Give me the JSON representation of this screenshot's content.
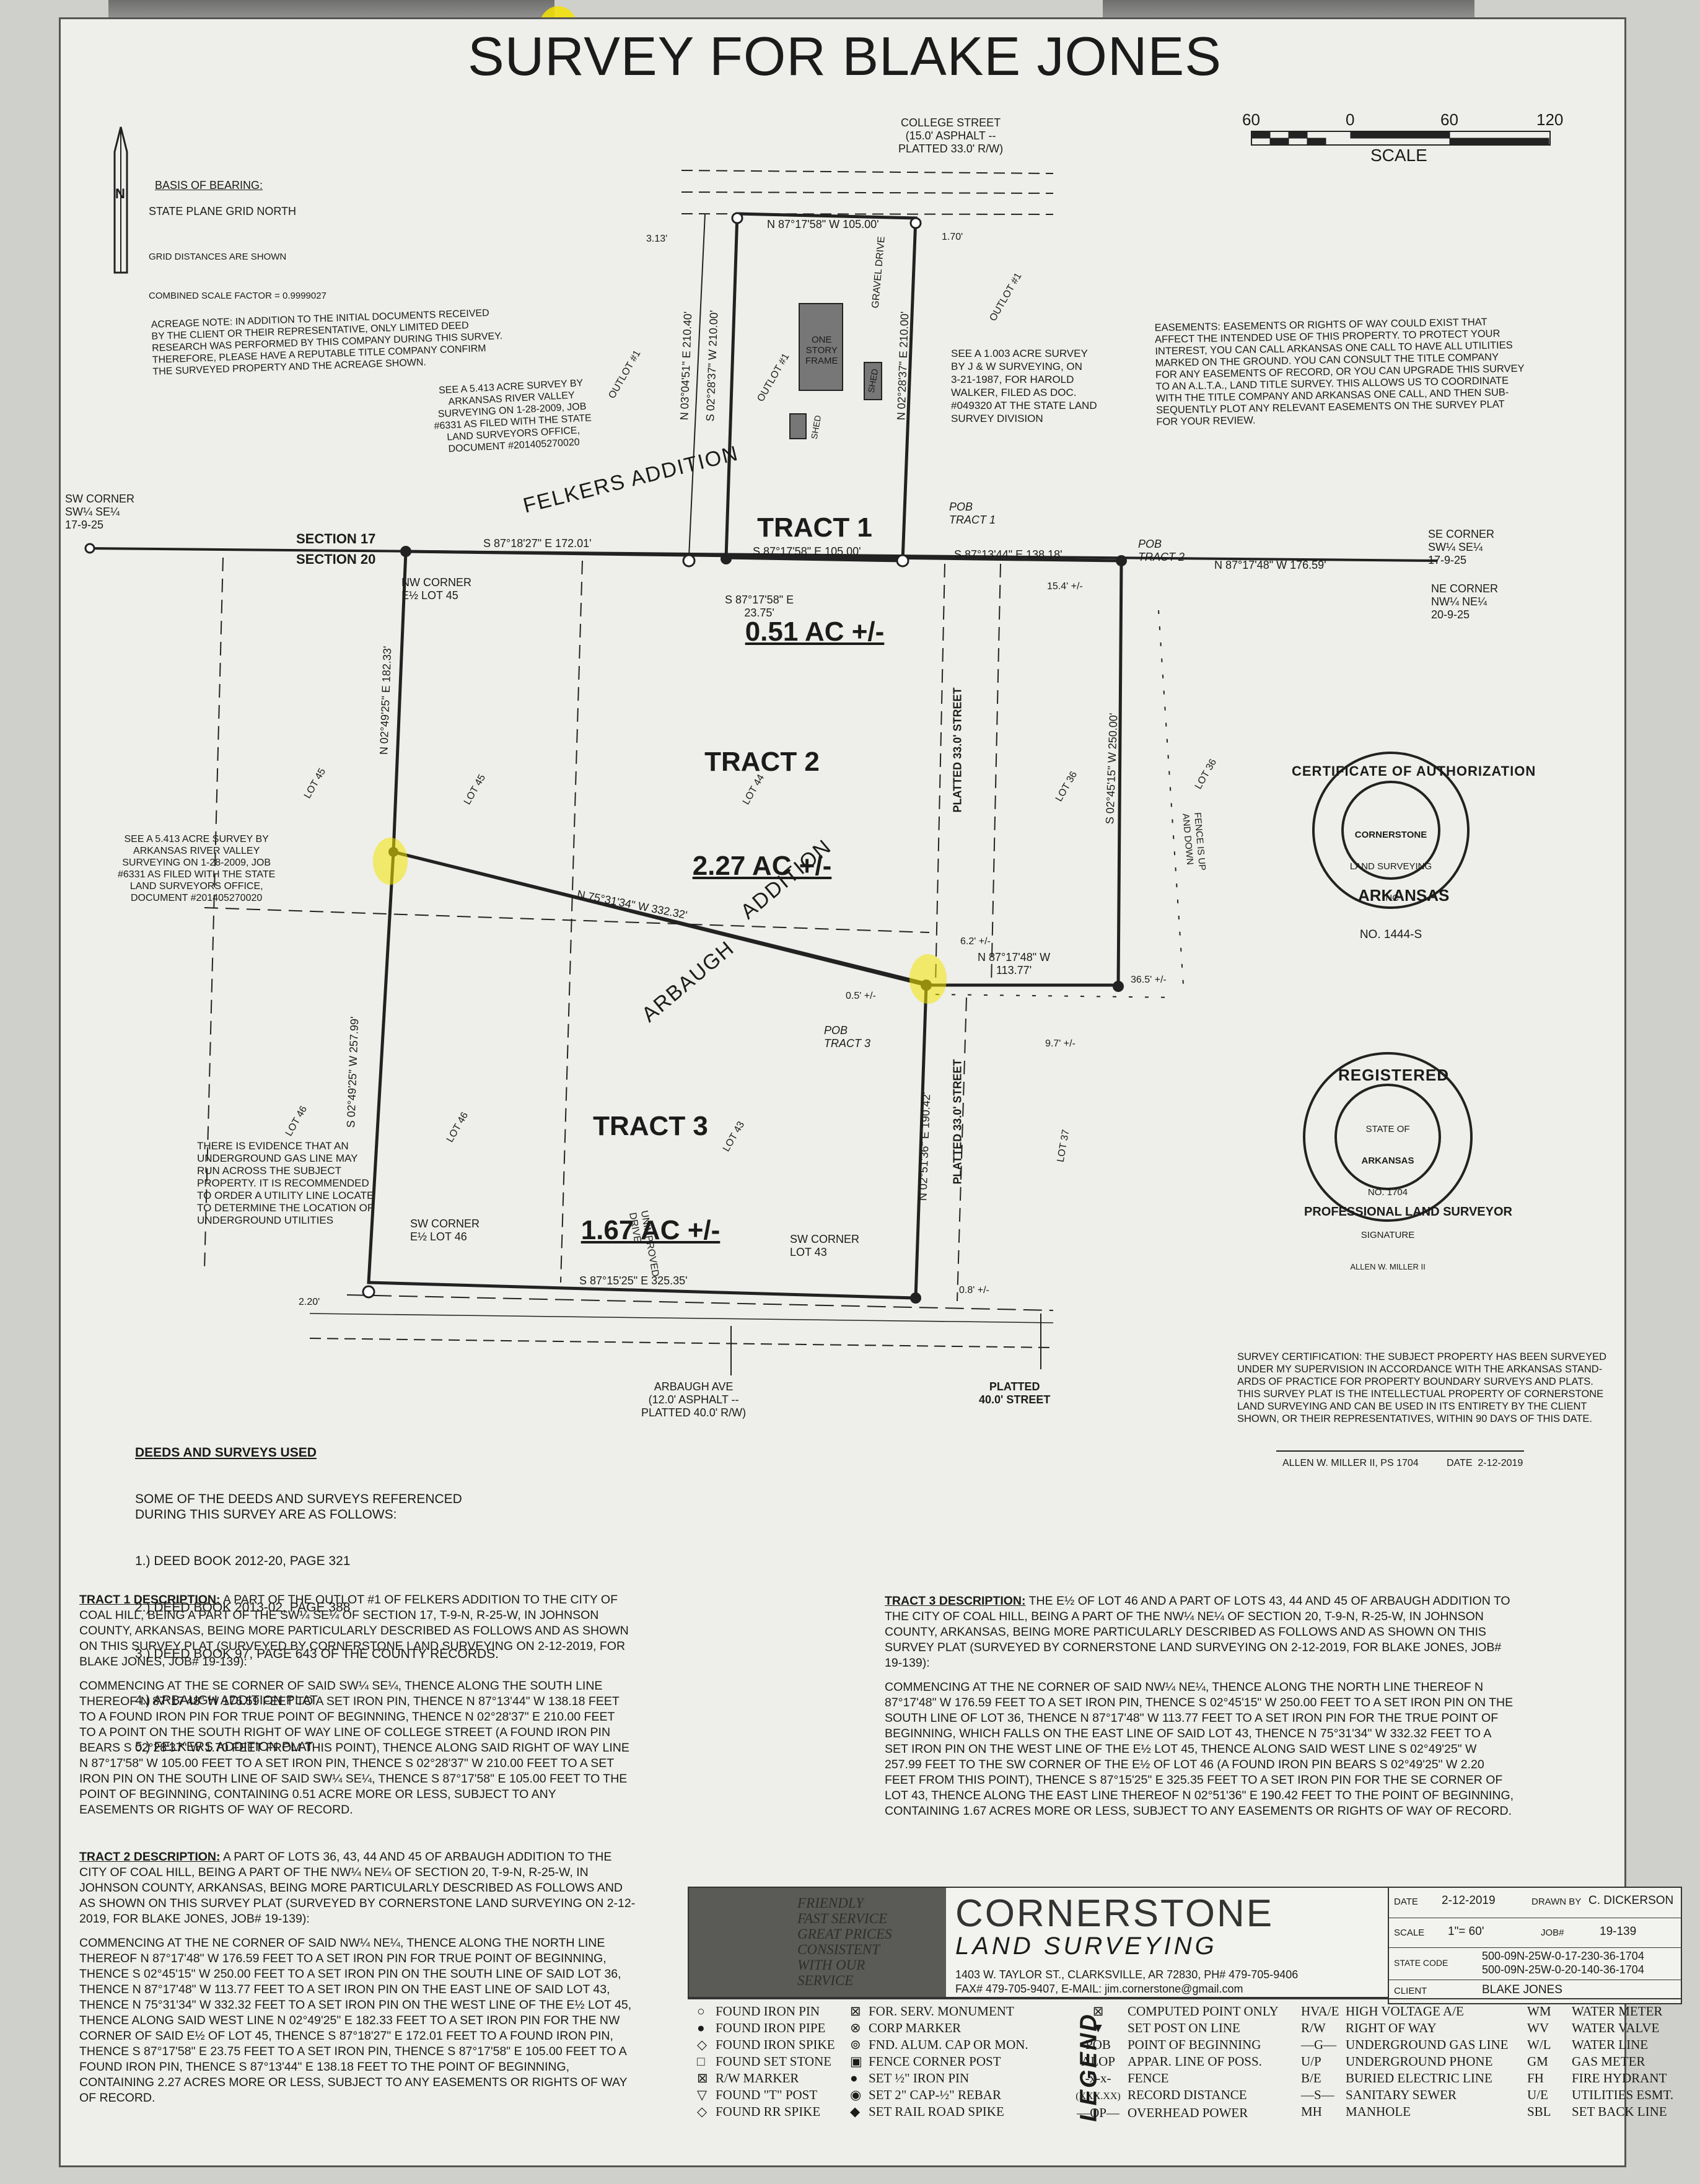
{
  "title": "SURVEY FOR BLAKE JONES",
  "scale_bar": {
    "ticks": [
      "60",
      "0",
      "60",
      "120"
    ],
    "label": "SCALE"
  },
  "basis_of_bearing": {
    "title": "BASIS OF BEARING:",
    "line1": "STATE PLANE GRID NORTH",
    "line2": "GRID DISTANCES ARE SHOWN",
    "line3": "COMBINED SCALE FACTOR = 0.9999027",
    "north_letter": "N"
  },
  "acreage_note": "ACREAGE NOTE: IN ADDITION TO THE INITIAL DOCUMENTS RECEIVED\nBY THE CLIENT OR THEIR REPRESENTATIVE, ONLY LIMITED DEED\nRESEARCH WAS PERFORMED BY THIS COMPANY DURING THIS SURVEY.\nTHEREFORE, PLEASE HAVE A REPUTABLE TITLE COMPANY CONFIRM\nTHE SURVEYED PROPERTY AND THE ACREAGE SHOWN.",
  "easements_note": "EASEMENTS: EASEMENTS OR RIGHTS OF WAY COULD EXIST THAT\nAFFECT THE INTENDED USE OF THIS PROPERTY. TO PROTECT YOUR\nINTEREST, YOU CAN CALL ARKANSAS ONE CALL TO HAVE ALL UTILITIES\nMARKED ON THE GROUND. YOU CAN CONSULT THE TITLE COMPANY\nFOR ANY EASEMENTS OF RECORD, OR YOU CAN UPGRADE THIS SURVEY\nTO AN A.L.T.A., LAND TITLE SURVEY. THIS ALLOWS US TO COORDINATE\nWITH THE TITLE COMPANY AND ARKANSAS ONE CALL, AND THEN SUB-\nSEQUENTLY PLOT ANY RELEVANT EASEMENTS ON THE SURVEY PLAT\nFOR YOUR REVIEW.",
  "survey_ref_1": "SEE A 5.413 ACRE SURVEY BY\nARKANSAS RIVER VALLEY\nSURVEYING ON 1-28-2009, JOB\n#6331 AS FILED WITH THE STATE\nLAND SURVEYORS OFFICE,\nDOCUMENT #201405270020",
  "survey_ref_2": "SEE A 5.413 ACRE SURVEY BY\nARKANSAS RIVER VALLEY\nSURVEYING ON 1-28-2009, JOB\n#6331 AS FILED WITH THE STATE\nLAND SURVEYORS OFFICE,\nDOCUMENT #201405270020",
  "survey_ref_3": "SEE A 1.003 ACRE SURVEY\nBY J & W SURVEYING, ON\n3-21-1987, FOR HAROLD\nWALKER, FILED AS DOC.\n#049320 AT THE STATE LAND\nSURVEY DIVISION",
  "gas_note": "THERE IS EVIDENCE THAT AN\nUNDERGROUND GAS LINE MAY\nRUN ACROSS THE SUBJECT\nPROPERTY. IT IS RECOMMENDED\nTO ORDER A UTILITY LINE LOCATE\nTO DETERMINE THE LOCATION OF\nUNDERGROUND UTILITIES",
  "streets": {
    "college": "COLLEGE STREET\n(15.0' ASPHALT --\nPLATTED 33.0' R/W)",
    "arbaugh": "ARBAUGH AVE\n(12.0' ASPHALT --\nPLATTED 40.0' R/W)",
    "platted_40": "PLATTED\n40.0' STREET",
    "platted_33a": "PLATTED 33.0' STREET",
    "platted_33b": "PLATTED 33.0' STREET",
    "felkers": "FELKERS ADDITION",
    "arbaugh_add_1": "ARBAUGH",
    "arbaugh_add_2": "ADDITION",
    "gravel_drive": "GRAVEL DRIVE",
    "unimproved_drive": "UNIMPROVED\nDRIVE"
  },
  "corners": {
    "sw": "SW CORNER\nSW¼ SE¼\n17-9-25",
    "se": "SE CORNER\nSW¼ SE¼\n17-9-25",
    "ne": "NE CORNER\nNW¼ NE¼\n20-9-25",
    "sec17": "SECTION 17",
    "sec20": "SECTION 20",
    "nw_lot45": "NW CORNER\nE½ LOT 45",
    "sw_lot46": "SW CORNER\nE½ LOT 46",
    "sw_lot43": "SW CORNER\nLOT 43",
    "pob1": "POB\nTRACT 1",
    "pob2": "POB\nTRACT 2",
    "pob3": "POB\nTRACT 3"
  },
  "tracts": [
    {
      "name": "TRACT 1",
      "area": "0.51 AC +/-"
    },
    {
      "name": "TRACT 2",
      "area": "2.27 AC +/-"
    },
    {
      "name": "TRACT 3",
      "area": "1.67 AC +/-"
    }
  ],
  "bearings": {
    "t1_north": "N 87°17'58\" W 105.00'",
    "t1_south": "S 87°17'58\" E 105.00'",
    "t1_west": "S 02°28'37\" W 210.00'",
    "t1_east": "N 02°28'37\" E 210.00'",
    "felkers_west": "N 03°04'51\" E 210.40'",
    "sec_line_a": "S 87°18'27\" E 172.01'",
    "sec_line_b": "S 87°13'44\" E 138.18'",
    "sec_line_c": "N 87°17'48\" W 176.59'",
    "short": "S 87°17'58\" E\n23.75'",
    "t2_west": "N 02°49'25\" E 182.33'",
    "t2_east": "S 02°45'15\" W 250.00'",
    "diag": "N 75°31'34\" W 332.32'",
    "t2_south": "N 87°17'48\" W\n113.77'",
    "t3_west": "S 02°49'25\" W 257.99'",
    "t3_south": "S 87°15'25\" E 325.35'",
    "t3_east": "N 02°51'36\" E 190.42'"
  },
  "offsets": {
    "a": "3.13'",
    "b": "1.70'",
    "c": "15.4' +/-",
    "d": "6.2' +/-",
    "e": "0.5' +/-",
    "f": "36.5' +/-",
    "g": "9.7' +/-",
    "h": "2.20'",
    "i": "0.8' +/-"
  },
  "lots": [
    "OUTLOT #1",
    "OUTLOT #1",
    "OUTLOT #1",
    "LOT 45",
    "LOT 45",
    "LOT 44",
    "LOT 36",
    "LOT 36",
    "LOT 46",
    "LOT 46",
    "LOT 43",
    "LOT 37"
  ],
  "buildings": {
    "house": "ONE\nSTORY\nFRAME",
    "shed1": "SHED",
    "shed2": "SHED"
  },
  "fence_note": "FENCE IS UP\nAND DOWN",
  "seal_auth": {
    "ring_top": "CERTIFICATE OF AUTHORIZATION",
    "ring_bottom": "ARKANSAS",
    "inner1": "CORNERSTONE",
    "inner2": "LAND SURVEYING",
    "inner3": "INC",
    "number": "NO. 1444-S"
  },
  "seal_reg": {
    "ring_top": "REGISTERED",
    "ring_bottom": "PROFESSIONAL LAND SURVEYOR",
    "inner1": "STATE OF",
    "inner2": "ARKANSAS",
    "inner3": "NO. 1704",
    "sig": "SIGNATURE",
    "name": "ALLEN W. MILLER II"
  },
  "certification": "SURVEY CERTIFICATION: THE SUBJECT PROPERTY HAS BEEN SURVEYED\nUNDER MY SUPERVISION IN ACCORDANCE WITH THE ARKANSAS STAND-\nARDS OF PRACTICE FOR PROPERTY BOUNDARY SURVEYS AND PLATS.\nTHIS SURVEY PLAT IS THE INTELLECTUAL PROPERTY OF CORNERSTONE\nLAND SURVEYING AND CAN BE USED IN ITS ENTIRETY BY THE CLIENT\nSHOWN, OR THEIR REPRESENTATIVES, WITHIN 90 DAYS OF THIS DATE.",
  "signature_line": "ALLEN W. MILLER II, PS 1704",
  "signature_date": "DATE  2-12-2019",
  "deeds": {
    "title": "DEEDS AND SURVEYS USED",
    "intro": "SOME OF THE DEEDS AND SURVEYS REFERENCED\nDURING THIS SURVEY ARE AS FOLLOWS:",
    "items": [
      "1.) DEED BOOK 2012-20, PAGE 321",
      "2.) DEED BOOK 2013-02, PAGE 388",
      "3.) DEED BOOK 97, PAGE 643 OF THE COUNTY RECORDS.",
      "4.) ARBAUGH ADDITION PLAT",
      "5.) FELKERS ADDITION PLAT"
    ]
  },
  "descriptions": {
    "t1_head": "TRACT 1 DESCRIPTION:",
    "t1_p1": "A PART OF THE OUTLOT #1 OF FELKERS ADDITION TO THE CITY OF COAL HILL, BEING A PART OF THE SW¼ SE¼ OF SECTION 17, T-9-N, R-25-W, IN JOHNSON COUNTY, ARKANSAS, BEING MORE PARTICULARLY DESCRIBED AS FOLLOWS AND AS SHOWN ON THIS SURVEY PLAT (SURVEYED BY CORNERSTONE LAND SURVEYING ON 2-12-2019, FOR BLAKE JONES, JOB# 19-139):",
    "t1_p2": "COMMENCING AT THE SE CORNER OF SAID SW¼ SE¼, THENCE ALONG THE SOUTH LINE THEREOF N 87°17'48\" W 176.59 FEET TO A SET IRON PIN, THENCE N 87°13'44\" W 138.18 FEET TO A FOUND IRON PIN FOR TRUE POINT OF BEGINNING, THENCE N 02°28'37\" E 210.00 FEET TO A POINT ON THE SOUTH RIGHT OF WAY LINE OF COLLEGE STREET (A FOUND IRON PIN BEARS S 02°28'37\" W 1.70 FEET FROM THIS POINT), THENCE ALONG SAID RIGHT OF WAY LINE N 87°17'58\" W 105.00 FEET TO A SET IRON PIN, THENCE S 02°28'37\" W 210.00 FEET TO A SET IRON PIN ON THE SOUTH LINE OF SAID SW¼ SE¼, THENCE S 87°17'58\" E 105.00 FEET TO THE POINT OF BEGINNING, CONTAINING 0.51 ACRE MORE OR LESS, SUBJECT TO ANY EASEMENTS OR RIGHTS OF WAY OF RECORD.",
    "t2_head": "TRACT 2 DESCRIPTION:",
    "t2_p1": "A PART OF LOTS 36, 43, 44 AND 45 OF ARBAUGH ADDITION TO THE CITY OF COAL HILL, BEING A PART OF THE NW¼ NE¼ OF SECTION 20, T-9-N, R-25-W, IN JOHNSON COUNTY, ARKANSAS, BEING MORE PARTICULARLY DESCRIBED AS FOLLOWS AND AS SHOWN ON THIS SURVEY PLAT (SURVEYED BY CORNERSTONE LAND SURVEYING ON 2-12-2019, FOR BLAKE JONES, JOB# 19-139):",
    "t2_p2": "COMMENCING AT THE NE CORNER OF SAID NW¼ NE¼, THENCE ALONG THE NORTH LINE THEREOF N 87°17'48\" W 176.59 FEET TO A SET IRON PIN FOR TRUE POINT OF BEGINNING, THENCE S 02°45'15\" W 250.00 FEET TO A SET IRON PIN ON THE SOUTH LINE OF SAID LOT 36, THENCE N 87°17'48\" W 113.77 FEET TO A SET IRON PIN ON THE EAST LINE OF SAID LOT 43, THENCE N 75°31'34\" W 332.32 FEET TO A SET IRON PIN ON THE WEST LINE OF THE E½ LOT 45, THENCE ALONG SAID WEST LINE N 02°49'25\" E 182.33 FEET TO A SET IRON PIN FOR THE NW CORNER OF SAID E½ OF LOT 45, THENCE S 87°18'27\" E 172.01 FEET TO A FOUND IRON PIN, THENCE S 87°17'58\" E 23.75 FEET TO A SET IRON PIN, THENCE S 87°17'58\" E 105.00 FEET TO A FOUND IRON PIN, THENCE S 87°13'44\" E 138.18 FEET TO THE POINT OF BEGINNING, CONTAINING 2.27 ACRES MORE OR LESS, SUBJECT TO ANY EASEMENTS OR RIGHTS OF WAY OF RECORD.",
    "t3_head": "TRACT 3 DESCRIPTION:",
    "t3_p1": "THE E½ OF LOT 46 AND A PART OF LOTS 43, 44 AND 45 OF ARBAUGH ADDITION TO THE CITY OF COAL HILL, BEING A PART OF THE NW¼ NE¼ OF SECTION 20, T-9-N, R-25-W, IN JOHNSON COUNTY, ARKANSAS, BEING MORE PARTICULARLY DESCRIBED AS FOLLOWS AND AS SHOWN ON THIS SURVEY PLAT (SURVEYED BY CORNERSTONE LAND SURVEYING ON 2-12-2019, FOR BLAKE JONES, JOB# 19-139):",
    "t3_p2": "COMMENCING AT THE NE CORNER OF SAID NW¼ NE¼, THENCE ALONG THE NORTH LINE THEREOF N 87°17'48\" W 176.59 FEET TO A SET IRON PIN, THENCE S 02°45'15\" W 250.00 FEET TO A SET IRON PIN ON THE SOUTH LINE OF LOT 36, THENCE N 87°17'48\" W 113.77 FEET TO A SET IRON PIN FOR THE TRUE POINT OF BEGINNING, WHICH FALLS ON THE EAST LINE OF SAID LOT 43, THENCE N 75°31'34\" W 332.32 FEET TO A SET IRON PIN ON THE WEST LINE OF THE E½ LOT 45, THENCE ALONG SAID WEST LINE S 02°49'25\" W 257.99 FEET TO THE SW CORNER OF THE E½ OF LOT 46 (A FOUND IRON PIN BEARS S 02°49'25\" W 2.20 FEET FROM THIS POINT), THENCE S 87°15'25\" E 325.35 FEET TO A SET IRON PIN FOR THE SE CORNER OF LOT 43, THENCE ALONG THE EAST LINE THEREOF N 02°51'36\" E 190.42 FEET TO THE POINT OF BEGINNING, CONTAINING 1.67 ACRES MORE OR LESS, SUBJECT TO ANY EASEMENTS OR RIGHTS OF WAY OF RECORD."
  },
  "company": {
    "slogan": "FRIENDLY\nFAST SERVICE\nGREAT PRICES\nCONSISTENT\nWITH OUR\nSERVICE",
    "name1": "CORNERSTONE",
    "name2": "LAND SURVEYING",
    "address": "1403 W. TAYLOR ST., CLARKSVILLE, AR 72830, PH# 479-705-9406",
    "contact": "FAX# 479-705-9407, E-MAIL: jim.cornerstone@gmail.com"
  },
  "title_block": {
    "date_label": "DATE",
    "date": "2-12-2019",
    "drawn_label": "DRAWN BY",
    "drawn": "C. DICKERSON",
    "scale_label": "SCALE",
    "scale": "1\"= 60'",
    "job_label": "JOB#",
    "job": "19-139",
    "state_label": "STATE CODE",
    "state1": "500-09N-25W-0-17-230-36-1704",
    "state2": "500-09N-25W-0-20-140-36-1704",
    "client_label": "CLIENT",
    "client": "BLAKE JONES"
  },
  "legend": {
    "title": "LEGEND",
    "col1": [
      [
        "○",
        "FOUND IRON PIN"
      ],
      [
        "●",
        "FOUND IRON PIPE"
      ],
      [
        "◇",
        "FOUND IRON SPIKE"
      ],
      [
        "□",
        "FOUND SET STONE"
      ],
      [
        "⊠",
        "R/W MARKER"
      ],
      [
        "▽",
        "FOUND \"T\" POST"
      ],
      [
        "◇",
        "FOUND RR SPIKE"
      ]
    ],
    "col2": [
      [
        "⊠",
        "FOR. SERV. MONUMENT"
      ],
      [
        "⊗",
        "CORP MARKER"
      ],
      [
        "⊚",
        "FND. ALUM. CAP OR MON."
      ],
      [
        "▣",
        "FENCE CORNER POST"
      ],
      [
        "●",
        "SET ½\" IRON PIN"
      ],
      [
        "◉",
        "SET 2\" CAP-½\" REBAR"
      ],
      [
        "◆",
        "SET RAIL ROAD SPIKE"
      ]
    ],
    "col3": [
      [
        "⊠",
        "COMPUTED POINT ONLY"
      ],
      [
        "▼",
        "SET POST ON LINE"
      ],
      [
        "POB",
        "POINT OF BEGINNING"
      ],
      [
        "ALOP",
        "APPAR. LINE OF POSS."
      ],
      [
        "-x-x-",
        "FENCE"
      ],
      [
        "(XXX.XX)",
        "RECORD DISTANCE"
      ],
      [
        "—OP—",
        "OVERHEAD POWER"
      ]
    ],
    "col4": [
      [
        "HVA/E",
        "HIGH VOLTAGE A/E"
      ],
      [
        "R/W",
        "RIGHT OF WAY"
      ],
      [
        "—G—",
        "UNDERGROUND GAS LINE"
      ],
      [
        "U/P",
        "UNDERGROUND PHONE"
      ],
      [
        "B/E",
        "BURIED ELECTRIC LINE"
      ],
      [
        "—S—",
        "SANITARY SEWER"
      ],
      [
        "MH",
        "MANHOLE"
      ]
    ],
    "col5": [
      [
        "WM",
        "WATER METER"
      ],
      [
        "WV",
        "WATER VALVE"
      ],
      [
        "W/L",
        "WATER LINE"
      ],
      [
        "GM",
        "GAS METER"
      ],
      [
        "FH",
        "FIRE HYDRANT"
      ],
      [
        "U/E",
        "UTILITIES ESMT."
      ],
      [
        "SBL",
        "SET BACK LINE"
      ]
    ]
  }
}
